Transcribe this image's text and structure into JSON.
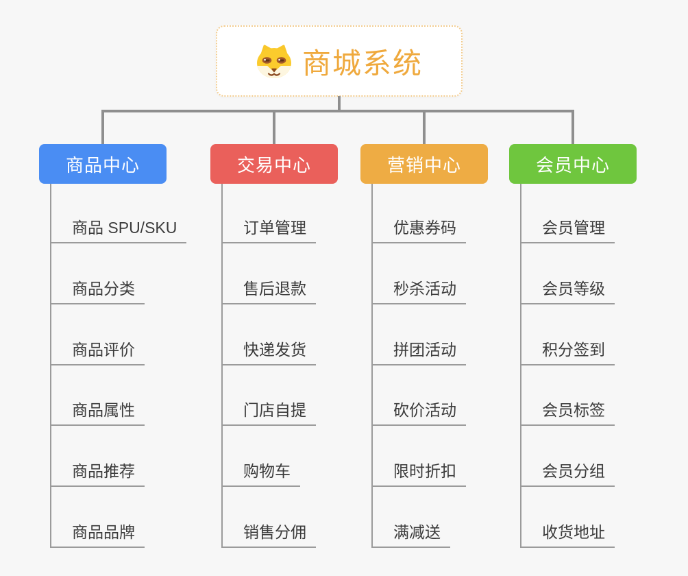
{
  "root": {
    "title": "商城系统",
    "icon": "dog-face"
  },
  "theme": {
    "background": "#f7f7f7",
    "root_text_color": "#efa93d",
    "root_border_color": "#f3cd90",
    "connector_color": "#8f8f8f",
    "leaf_line_color": "#9b9b9b",
    "leaf_text_color": "#3b3b3b"
  },
  "branches": [
    {
      "label": "商品中心",
      "color": "#4a8df3",
      "children": [
        "商品 SPU/SKU",
        "商品分类",
        "商品评价",
        "商品属性",
        "商品推荐",
        "商品品牌"
      ]
    },
    {
      "label": "交易中心",
      "color": "#ea605b",
      "children": [
        "订单管理",
        "售后退款",
        "快递发货",
        "门店自提",
        "购物车",
        "销售分佣"
      ]
    },
    {
      "label": "营销中心",
      "color": "#eeac44",
      "children": [
        "优惠券码",
        "秒杀活动",
        "拼团活动",
        "砍价活动",
        "限时折扣",
        "满减送"
      ]
    },
    {
      "label": "会员中心",
      "color": "#6fc63e",
      "children": [
        "会员管理",
        "会员等级",
        "积分签到",
        "会员标签",
        "会员分组",
        "收货地址"
      ]
    }
  ]
}
